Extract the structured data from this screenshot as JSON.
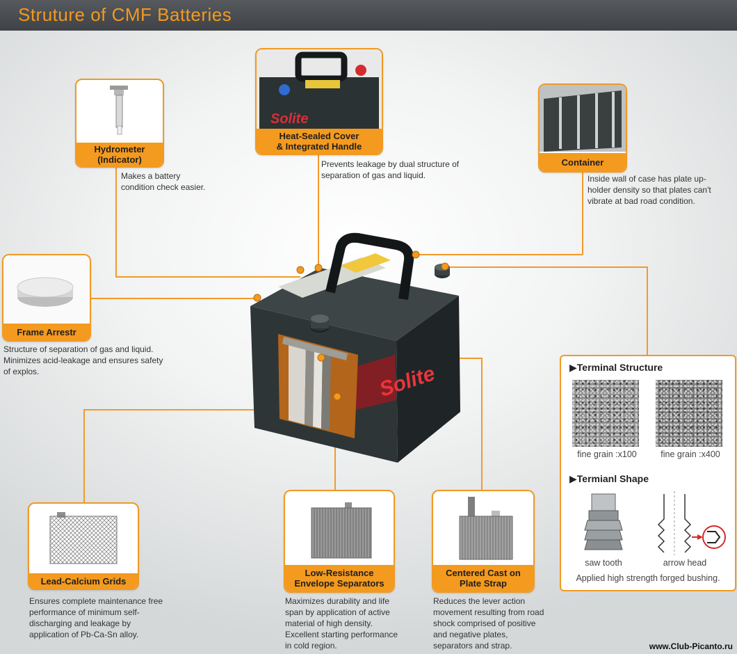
{
  "title": "Struture of CMF Batteries",
  "watermark": "www.Club-Picanto.ru",
  "colors": {
    "accent": "#f39a1f",
    "battery_body": "#2e3536",
    "header_bg": "#46494d"
  },
  "components": {
    "hydrometer": {
      "label": "Hydrometer\n(Indicator)",
      "desc": "Makes a battery\ncondition check easier.",
      "icon": "hydrometer-icon"
    },
    "cover": {
      "label": "Heat-Sealed Cover\n& Integrated Handle",
      "desc": "Prevents leakage by dual structure of\nseparation of gas and liquid.",
      "icon": "battery-cover-icon"
    },
    "container": {
      "label": "Container",
      "desc": "Inside wall of case has plate up-\nholder density so that plates can't\nvibrate at bad road condition.",
      "icon": "container-icon"
    },
    "frame": {
      "label": "Frame Arrestr",
      "desc": "Structure of separation of gas and liquid.\nMinimizes acid-leakage and ensures safety\nof explos.",
      "icon": "frame-arrester-icon"
    },
    "grids": {
      "label": "Lead-Calcium Grids",
      "desc": "Ensures complete maintenance free\nperformance of minimum self-\ndischarging and leakage by\napplication of Pb-Ca-Sn alloy.",
      "icon": "grid-icon"
    },
    "separators": {
      "label": "Low-Resistance\nEnvelope Separators",
      "desc": "Maximizes durability and life\nspan by application of active\nmaterial of high density.\nExcellent starting performance\nin cold region.",
      "icon": "separator-icon"
    },
    "strap": {
      "label": "Centered Cast on\nPlate Strap",
      "desc": "Reduces the lever action\nmovement resulting from road\nshock comprised of positive\nand negative plates,\nseparators and strap.",
      "icon": "plate-strap-icon"
    }
  },
  "battery": {
    "brand": "Solite"
  },
  "terminal": {
    "structure_heading": "▶Terminal Structure",
    "grain1_caption": "fine grain :x100",
    "grain2_caption": "fine grain :x400",
    "shape_heading": "▶Termianl Shape",
    "saw_caption": "saw tooth",
    "arrow_caption": "arrow head",
    "note": "Applied high strength forged bushing."
  }
}
